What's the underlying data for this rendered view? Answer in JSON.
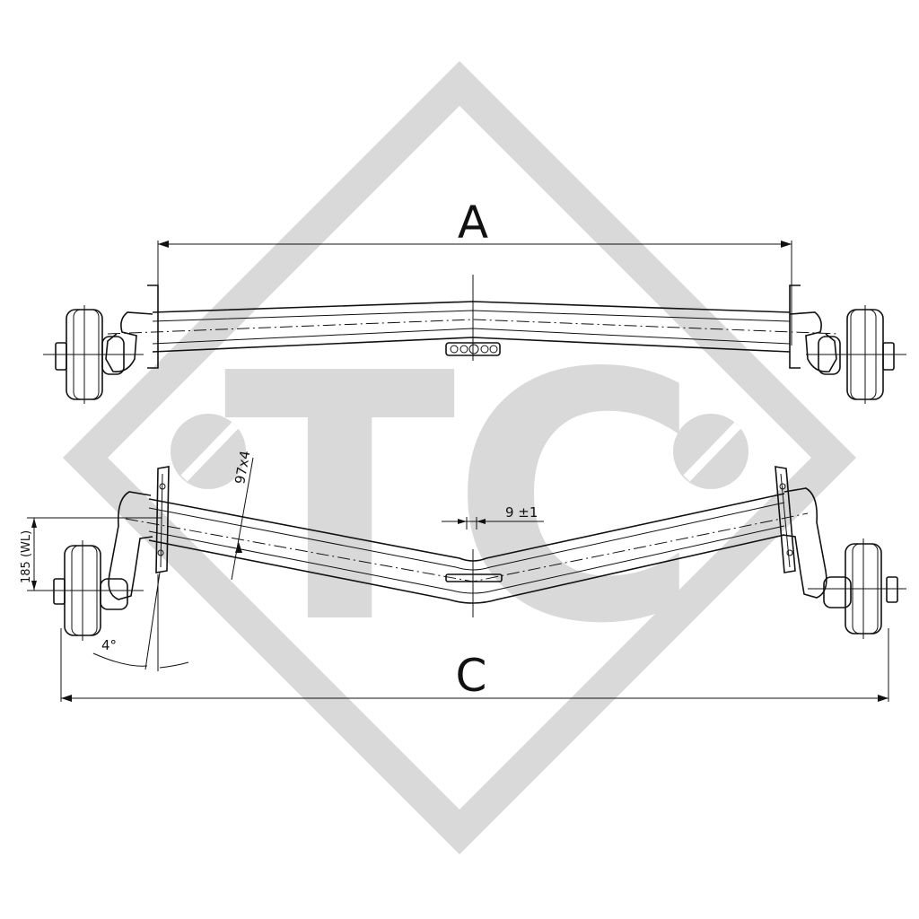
{
  "watermark": {
    "letters": "TC",
    "color": "#d9d9d9"
  },
  "dimensions": {
    "overall_width_label": "A",
    "track_width_label": "C",
    "tube_size": "97x4",
    "offset": "9 ±1",
    "height": "185 (WL)",
    "camber_angle": "4°"
  },
  "colors": {
    "line": "#111111",
    "watermark": "#d9d9d9"
  }
}
